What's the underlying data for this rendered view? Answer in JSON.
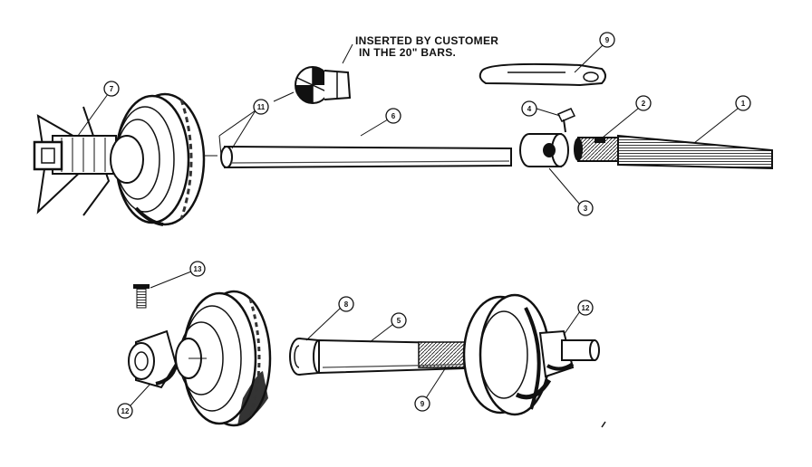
{
  "diagram": {
    "note_lines": [
      "INSERTED BY CUSTOMER",
      "IN THE 20\" BARS."
    ],
    "callouts": {
      "c7": "7",
      "c11": "11",
      "c6": "6",
      "c9_top": "9",
      "c4": "4",
      "c2": "2",
      "c1": "1",
      "c3": "3",
      "c13": "13",
      "c8": "8",
      "c5": "5",
      "c12_right": "12",
      "c12_left": "12",
      "c9_bottom": "9"
    }
  }
}
